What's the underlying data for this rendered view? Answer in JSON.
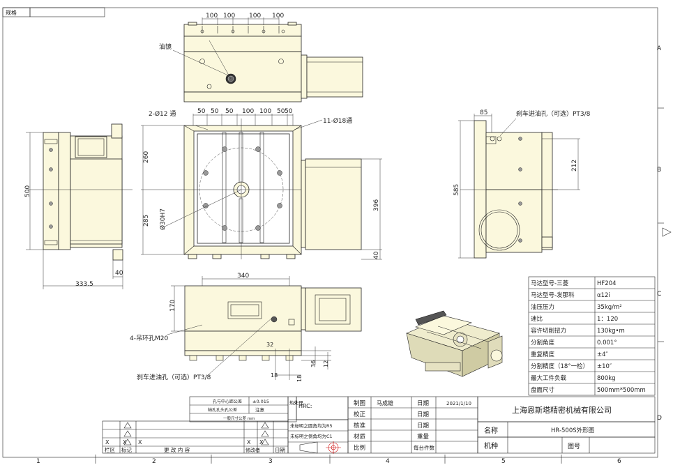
{
  "sheet": {
    "corner_label": "规格",
    "col_markers": [
      "1",
      "2",
      "3",
      "4",
      "5",
      "6"
    ],
    "row_markers": [
      "A",
      "B",
      "C",
      "D"
    ]
  },
  "top_view": {
    "dims": [
      "100",
      "100",
      "100",
      "100"
    ],
    "leader_label": "油镜"
  },
  "front_view": {
    "top_dims": [
      "50",
      "50",
      "50",
      "100",
      "100",
      "50",
      "50"
    ],
    "left_callout": "2-Ø12 通",
    "right_callout": "11-Ø18通",
    "dim_260": "260",
    "dim_285": "285",
    "dim_396": "396",
    "dim_40": "40",
    "bore_label": "Ø30H7"
  },
  "left_view": {
    "dim_500": "500",
    "dim_40": "40",
    "dim_333": "333.5"
  },
  "right_view": {
    "dim_85": "85",
    "dim_212": "212",
    "dim_585": "585",
    "callout": "刹车进油孔（可选）PT3/8"
  },
  "bottom_view": {
    "dim_340": "340",
    "dim_170": "170",
    "dim_12": "12",
    "dim_18a": "18",
    "dim_18b": "18",
    "dim_36": "36",
    "dim_32": "32",
    "lift_hole": "4-吊环孔M20",
    "brake_hole": "刹车进油孔（可选）PT3/8"
  },
  "specs": {
    "rows": [
      {
        "label": "马达型号-三菱",
        "value": "HF204"
      },
      {
        "label": "马达型号-发那科",
        "value": "α12i"
      },
      {
        "label": "油压压力",
        "value": "35kg/m²"
      },
      {
        "label": "速比",
        "value": "1：120"
      },
      {
        "label": "容许切削扭力",
        "value": "130kg•m"
      },
      {
        "label": "分割角度",
        "value": "0.001°"
      },
      {
        "label": "重复精度",
        "value": "±4″"
      },
      {
        "label": "分割精度（18°一检）",
        "value": "±10″"
      },
      {
        "label": "最大工件负载",
        "value": "800kg"
      },
      {
        "label": "盘面尺寸",
        "value": "500mm*500mm"
      }
    ]
  },
  "tolerance": {
    "row1_label": "孔与中心距公差",
    "row1_value": "±0.015",
    "row2_label": "轴孔孔头孔公差",
    "row2_value": "注意",
    "row3_label": "一般尺寸公差 mm",
    "treat_label": "热处理",
    "hrc_label": "HRC:",
    "note1": "未标明之圆角均为R5",
    "note2": "未标明之倒角均为C1"
  },
  "title_block": {
    "made_label": "制图",
    "made_value": "马成雄",
    "date_label": "日期",
    "date_value": "2021/1/10",
    "check_label": "校正",
    "check_date_label": "日期",
    "approve_label": "核准",
    "approve_date_label": "日期",
    "material_label": "材质",
    "weight_label": "重量",
    "scale_label": "比例",
    "page_label": "每台件数",
    "company": "上海恩斯塔精密机械有限公司",
    "name_label": "名称",
    "name_value": "HR-500S外形图",
    "model_label": "机种",
    "drawing_no_label": "图号"
  },
  "revision": {
    "x_marks": [
      "X",
      "X",
      "X",
      "X",
      "X"
    ],
    "col_area": "栏区",
    "col_mark": "标记",
    "col_change": "更 改 内 容",
    "col_sign": "修改者",
    "col_date": "日期"
  }
}
